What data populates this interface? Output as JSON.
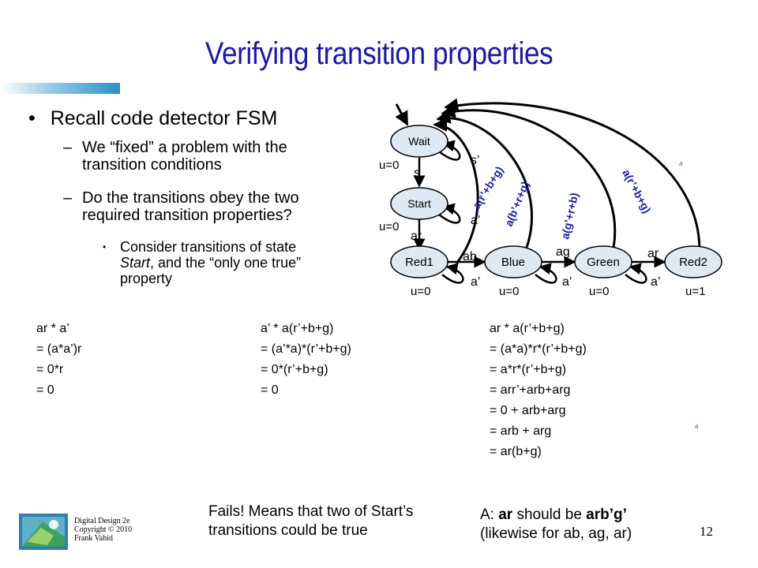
{
  "slide": {
    "title": "Verifying transition properties",
    "page_number": "12"
  },
  "bullets": {
    "l1": "Recall code detector FSM",
    "l2a_line1": "We “fixed” a problem with the",
    "l2a_line2": "transition conditions",
    "l2b_line1": "Do the transitions obey the two",
    "l2b_line2": "required transition properties?",
    "l3_line1": "Consider transitions of state",
    "l3_line2_italic": "Start",
    "l3_line2_rest": ", and the “only one true”",
    "l3_line3": "property",
    "dash": "–",
    "dot": "•"
  },
  "fsm": {
    "states": [
      "Wait",
      "Start",
      "Red1",
      "Blue",
      "Green",
      "Red2"
    ],
    "outputs": {
      "wait": "u=0",
      "start": "u=0",
      "red1": "u=0",
      "blue": "u=0",
      "green": "u=0",
      "red2": "u=1"
    },
    "edge_labels": {
      "wait_self": "s’",
      "wait_to_start": "s",
      "start_self": "a’",
      "start_to_red1": "ar",
      "red1_self": "a’",
      "red1_to_blue": "ab",
      "blue_self": "a’",
      "blue_to_green": "ag",
      "green_self": "a’",
      "green_to_red2": "ar",
      "start_back": "a(r’+b+g)",
      "red1_back": "a(b’+r+g)",
      "blue_back": "a(g’+r+b)",
      "green_back": "a(r’+b+g)"
    },
    "colors": {
      "state_fill": "#dfe9f3",
      "back_label": "#1a1aa6"
    }
  },
  "equations": {
    "col1": [
      "ar * a’",
      "= (a*a’)r",
      "= 0*r",
      "= 0"
    ],
    "col2": [
      "a’ * a(r’+b+g)",
      "= (a’*a)*(r’+b+g)",
      "= 0*(r’+b+g)",
      "= 0"
    ],
    "col3": [
      "ar * a(r’+b+g)",
      "= (a*a)*r*(r’+b+g)",
      "= a*r*(r’+b+g)",
      "= arr’+arb+arg",
      "= 0 + arb+arg",
      "= arb + arg",
      "= ar(b+g)"
    ]
  },
  "notes": {
    "fails_line1": "Fails! Means that two of Start’s",
    "fails_line2": "transitions could be true",
    "answer_prefix": "A: ",
    "answer_bold1": "ar",
    "answer_mid": " should be ",
    "answer_bold2": "arb’g’",
    "answer_line2": "(likewise for ab, ag, ar)",
    "red_mark": "a"
  },
  "footer": {
    "line1": "Digital Design 2e",
    "line2": "Copyright © 2010",
    "line3": "Frank Vahid"
  }
}
